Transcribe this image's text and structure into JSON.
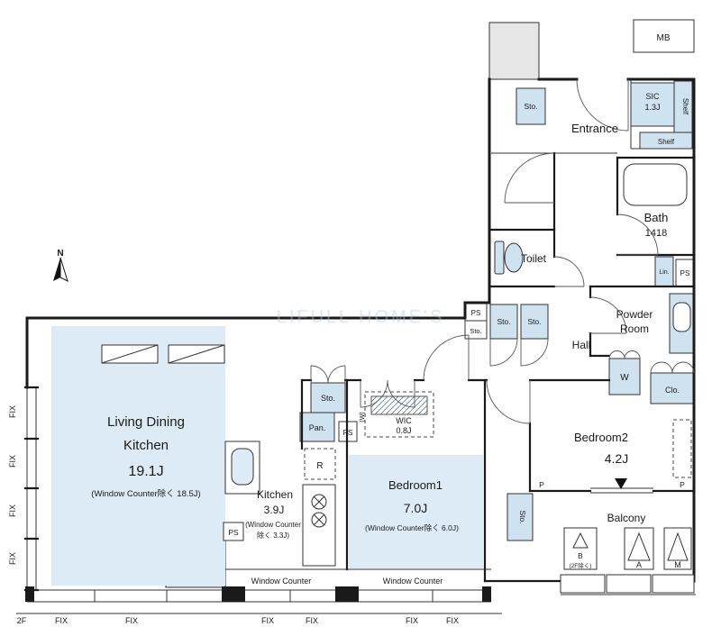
{
  "colors": {
    "room_fill": "#dcebf5",
    "box_fill": "#cfe2f0",
    "wall": "#1a1a1a",
    "watermark": "#b6c6d5"
  },
  "watermark": "LIFULL HOME'S",
  "compass": "N",
  "labels": {
    "mb": "MB",
    "entrance": "Entrance",
    "sto_entrance": "Sto.",
    "sic": "SIC",
    "sic_size": "1.3J",
    "shelf_side": "Shelf",
    "shelf_bottom": "Shelf",
    "bath": "Bath",
    "bath_size": "1418",
    "toilet": "Toilet",
    "ps_top": "PS",
    "sto_small": "Sto.",
    "sto_hall_1": "Sto.",
    "sto_hall_2": "Sto.",
    "lin": "Lin.",
    "ps_side": "PS",
    "powder_1": "Powder",
    "powder_2": "Room",
    "hall": "Hall",
    "washer": "W",
    "clo": "Clo.",
    "bedroom2": "Bedroom2",
    "bedroom2_size": "4.2J",
    "pillar_left": "P",
    "pillar_right": "P",
    "sto_mid": "Sto.",
    "pan": "Pan.",
    "ps_mid": "PS",
    "wic": "WIC",
    "wic_size": "0.8J",
    "wic_w": "(W)",
    "fridge": "R",
    "ldk_1": "Living Dining",
    "ldk_2": "Kitchen",
    "ldk_size": "19.1J",
    "ldk_note": "(Window Counter除く 18.5J)",
    "kitchen": "Kitchen",
    "kitchen_size": "3.9J",
    "kitchen_note_1": "(Window Counter",
    "kitchen_note_2": "除く 3.3J)",
    "ps_kitchen": "PS",
    "bedroom1": "Bedroom1",
    "bedroom1_size": "7.0J",
    "bedroom1_note": "(Window Counter除く 6.0J)",
    "sto_balcony": "Sto.",
    "balcony": "Balcony",
    "balcony_b": "B",
    "balcony_b_note": "(2F除く)",
    "balcony_a": "A",
    "balcony_m": "M",
    "window_counter_1": "Window Counter",
    "window_counter_2": "Window Counter",
    "floor": "2F"
  },
  "fix_bottom": [
    "FIX",
    "FIX",
    "FIX",
    "FIX",
    "FIX",
    "FIX"
  ],
  "fix_left": [
    "FIX",
    "FIX",
    "FIX",
    "FIX"
  ]
}
